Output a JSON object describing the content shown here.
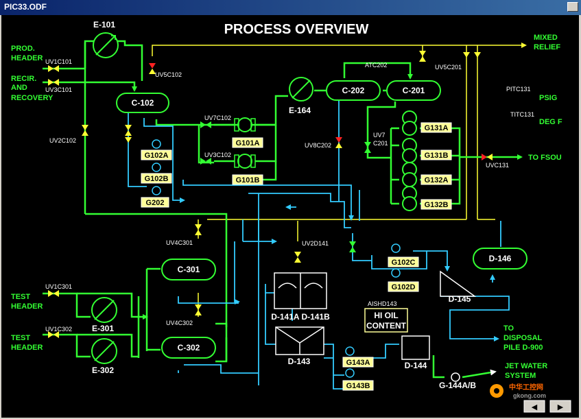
{
  "window": {
    "title": "PIC33.ODF"
  },
  "screen_title": "PROCESS OVERVIEW",
  "inputs": {
    "prod_header": [
      "PROD.",
      "HEADER"
    ],
    "recir": [
      "RECIR.",
      "AND",
      "RECOVERY"
    ],
    "test_header_1": [
      "TEST",
      "HEADER"
    ],
    "test_header_2": [
      "TEST",
      "HEADER"
    ]
  },
  "outputs": {
    "mixed_relief": [
      "MIXED",
      "RELIEF"
    ],
    "to_fsou": "TO FSOU",
    "to_disposal": [
      "TO",
      "DISPOSAL",
      "PILE D-900"
    ],
    "jet_water": [
      "JET WATER",
      "SYSTEM"
    ]
  },
  "vessels": {
    "c102": "C-102",
    "c202": "C-202",
    "c201": "C-201",
    "c301": "C-301",
    "c302": "C-302",
    "d146": "D-146"
  },
  "equipment": {
    "e101": "E-101",
    "e164": "E-164",
    "e301": "E-301",
    "e302": "E-302",
    "d141": "D-141A D-141B",
    "d143": "D-143",
    "d144": "D-144",
    "d145": "D-145",
    "g144": "G-144A/B"
  },
  "pumps": {
    "g101a": "G101A",
    "g101b": "G101B",
    "g102a": "G102A",
    "g102b": "G102B",
    "g202": "G202",
    "g131a": "G131A",
    "g131b": "G131B",
    "g132a": "G132A",
    "g132b": "G132B",
    "g102c": "G102C",
    "g102d": "G102D",
    "g143a": "G143A",
    "g143b": "G143B"
  },
  "valves": {
    "uv1c101": "UV1C101",
    "uv3c101": "UV3C101",
    "uv2c102": "UV2C102",
    "uv5c102": "UV5C102",
    "uv7c102": "UV7C102",
    "uv3c102": "UV3C102",
    "atc202": "ATC202",
    "uv5c201": "UV5C201",
    "uv8c202": "UV8C202",
    "uv7c201_a": "UV7",
    "uv7c201_b": "C201",
    "uvc131": "UVC131",
    "uv4c301": "UV4C301",
    "uv2d141": "UV2D141",
    "uv4c302": "UV4C302",
    "uv1c301": "UV1C301",
    "uv1c302": "UV1C302",
    "aishd143": "AISHD143"
  },
  "instruments": {
    "pitc131_tag": "PITC131",
    "pitc131_unit": "PSIG",
    "titc131_tag": "TITC131",
    "titc131_unit": "DEG F"
  },
  "alarm": {
    "hi_oil_1": "HI OIL",
    "hi_oil_2": "CONTENT"
  },
  "watermark": {
    "text": "中华工控网",
    "url": "gkong.com"
  },
  "nav": {
    "prev_label": "◀",
    "next_label": "▶"
  },
  "colors": {
    "green": "#33ff33",
    "cyan": "#33ccff",
    "yellow": "#ffff33",
    "red": "#ff2222",
    "background": "#000000"
  }
}
